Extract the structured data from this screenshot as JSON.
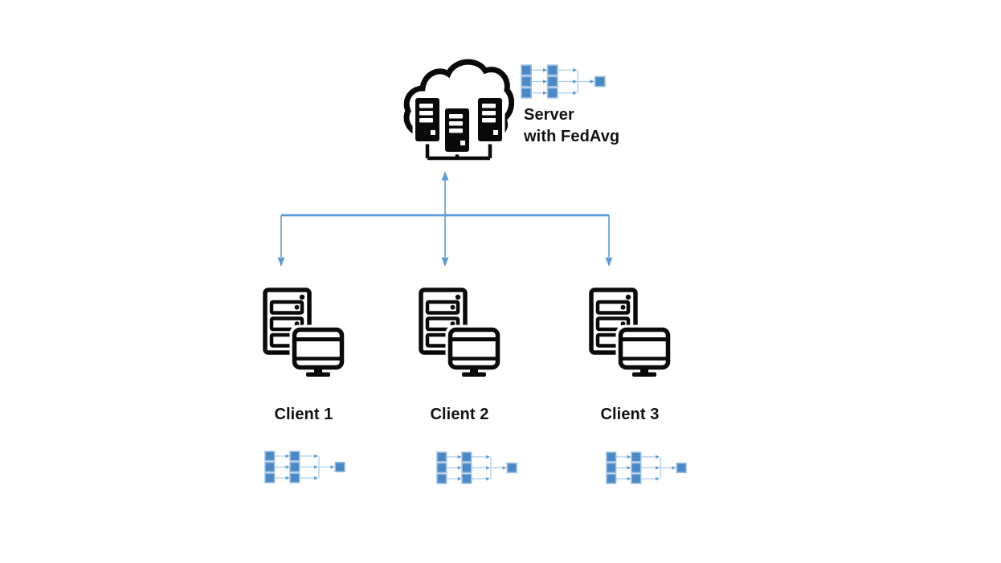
{
  "diagram": {
    "description": "Federated learning diagram: a central cloud server connected by arrows to three clients, each with a local neural network model",
    "server": {
      "label": "Server\nwith FedAvg",
      "icon": "cloud-server-icon",
      "model_icon": "neural-network-icon"
    },
    "clients": [
      {
        "label": "Client 1",
        "icon": "client-workstation-icon",
        "model_icon": "neural-network-icon"
      },
      {
        "label": "Client 2",
        "icon": "client-workstation-icon",
        "model_icon": "neural-network-icon"
      },
      {
        "label": "Client 3",
        "icon": "client-workstation-icon",
        "model_icon": "neural-network-icon"
      }
    ],
    "connections": [
      {
        "from": "server",
        "to": "Client 1",
        "style": "arrow-down"
      },
      {
        "from": "server",
        "to": "Client 2",
        "style": "arrow-up-and-down"
      },
      {
        "from": "server",
        "to": "Client 3",
        "style": "arrow-down"
      }
    ],
    "colors": {
      "icon_black": "#0a0a0a",
      "connector_blue": "#5B9BD5",
      "nn_node_fill": "#4A89C8",
      "nn_node_border": "#9CBEE0",
      "nn_link_line": "#AECBEA",
      "background": "#ffffff"
    }
  }
}
